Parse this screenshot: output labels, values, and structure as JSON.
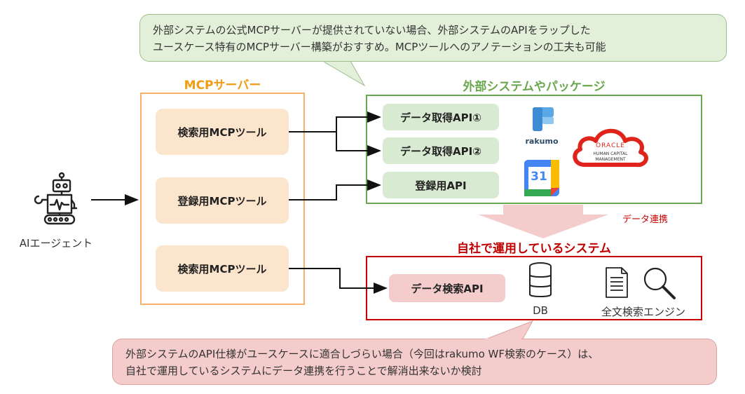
{
  "callouts": {
    "top": {
      "line1": "外部システムの公式MCPサーバーが提供されていない場合、外部システムのAPIをラップした",
      "line2": "ユースケース特有のMCPサーバー構築がおすすめ。MCPツールへのアノテーションの工夫も可能"
    },
    "bottom": {
      "line1": "外部システムのAPI仕様がユースケースに適合しづらい場合（今回はrakumo WF検索のケース）は、",
      "line2": "自社で運用しているシステムにデータ連携を行うことで解消出来ないか検討"
    }
  },
  "agent": {
    "label": "AIエージェント"
  },
  "mcp_server": {
    "title": "MCPサーバー",
    "tools": [
      "検索用MCPツール",
      "登録用MCPツール",
      "検索用MCPツール"
    ]
  },
  "external": {
    "title": "外部システムやパッケージ",
    "apis": [
      "データ取得API①",
      "データ取得API②",
      "登録用API"
    ],
    "logos": {
      "rakumo": "rakumo",
      "oracle_brand": "ORACLE",
      "oracle_line1": "HUMAN CAPITAL",
      "oracle_line2": "MANAGEMENT",
      "calendar_day": "31"
    }
  },
  "link": {
    "label": "データ連携"
  },
  "internal": {
    "title": "自社で運用しているシステム",
    "api": "データ検索API",
    "db_label": "DB",
    "search_label": "全文検索エンジン"
  },
  "colors": {
    "orange": "#f6b26b",
    "green": "#6aa84f",
    "red": "#cc0000",
    "tool_fill": "#fce5cd",
    "api_green_fill": "#d9ead3",
    "api_red_fill": "#f4cccc"
  }
}
